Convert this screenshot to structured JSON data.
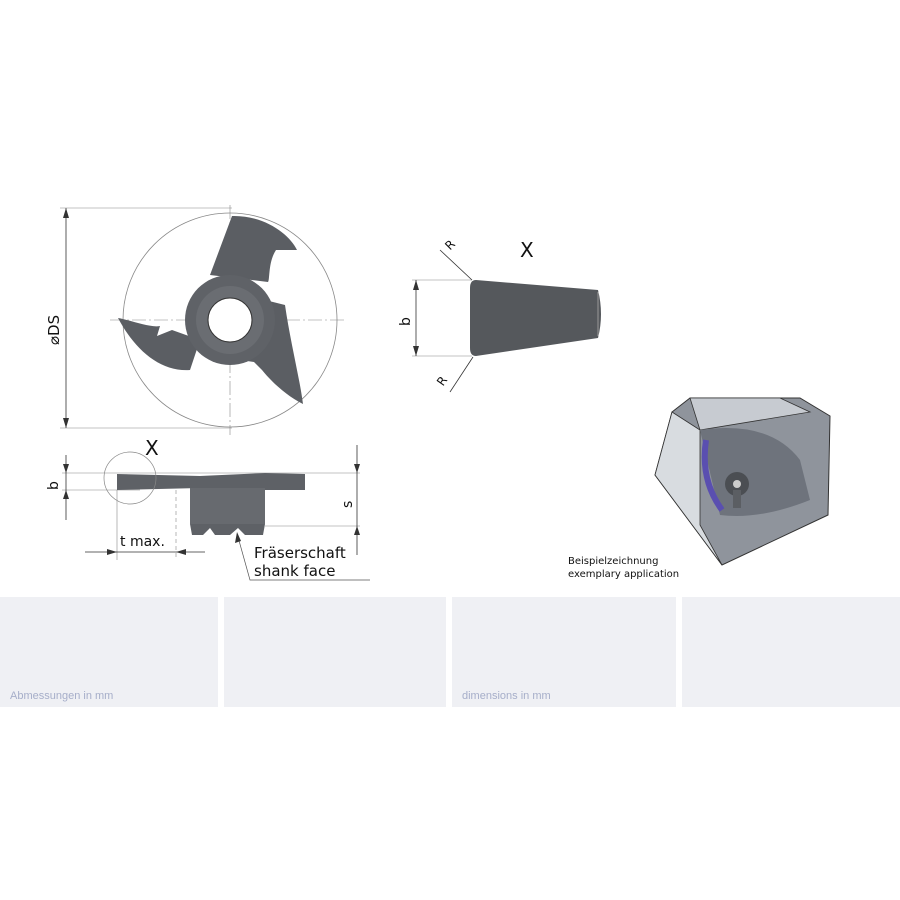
{
  "drawing": {
    "top_view": {
      "diameter_label": "⌀DS"
    },
    "side_view": {
      "detail_marker": "X",
      "width_label": "b",
      "shank_height_label": "s",
      "depth_label": "t max.",
      "shank_face_label_de": "Fräserschaft",
      "shank_face_label_en": "shank face"
    },
    "detail_view": {
      "title": "X",
      "radius_top_label": "R",
      "radius_bottom_label": "R",
      "width_label": "b"
    },
    "application": {
      "caption_de": "Beispielzeichnung",
      "caption_en": "exemplary application"
    }
  },
  "panels": [
    {
      "text": "Abmessungen in mm"
    },
    {
      "text": ""
    },
    {
      "text": "dimensions in mm"
    },
    {
      "text": ""
    }
  ],
  "colors": {
    "panel_bg": "#eff0f4",
    "panel_text": "#a6aec9",
    "tool": "#55585c",
    "accent": "#5a4fb0"
  }
}
